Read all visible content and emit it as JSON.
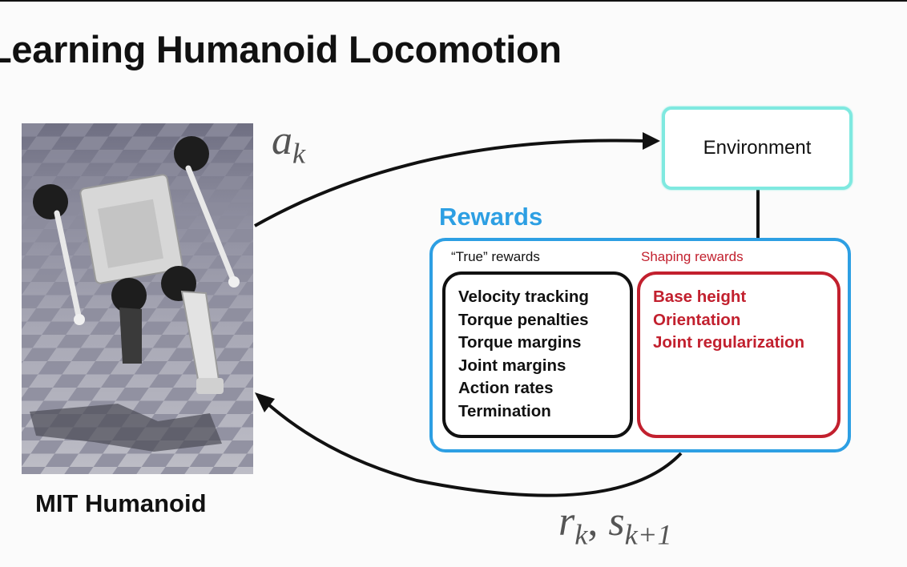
{
  "slide": {
    "title": "Learning Humanoid Locomotion"
  },
  "robot": {
    "caption": "MIT Humanoid"
  },
  "loop": {
    "action": {
      "symbol": "a",
      "subscript": "k"
    },
    "feedback": {
      "reward_symbol": "r",
      "reward_subscript": "k",
      "separator": ",",
      "state_symbol": "s",
      "state_subscript": "k+1"
    }
  },
  "environment": {
    "label": "Environment"
  },
  "rewards": {
    "title": "Rewards",
    "true_rewards": {
      "label": "“True” rewards",
      "items": [
        "Velocity tracking",
        "Torque penalties",
        "Torque margins",
        "Joint margins",
        "Action rates",
        "Termination"
      ]
    },
    "shaping_rewards": {
      "label": "Shaping rewards",
      "items": [
        "Base height",
        "Orientation",
        "Joint regularization"
      ]
    }
  },
  "colors": {
    "environment_border": "#7fe9e0",
    "rewards_accent": "#2d9fe3",
    "shaping_accent": "#c2202e",
    "true_accent": "#111111",
    "arrow": "#111111"
  }
}
